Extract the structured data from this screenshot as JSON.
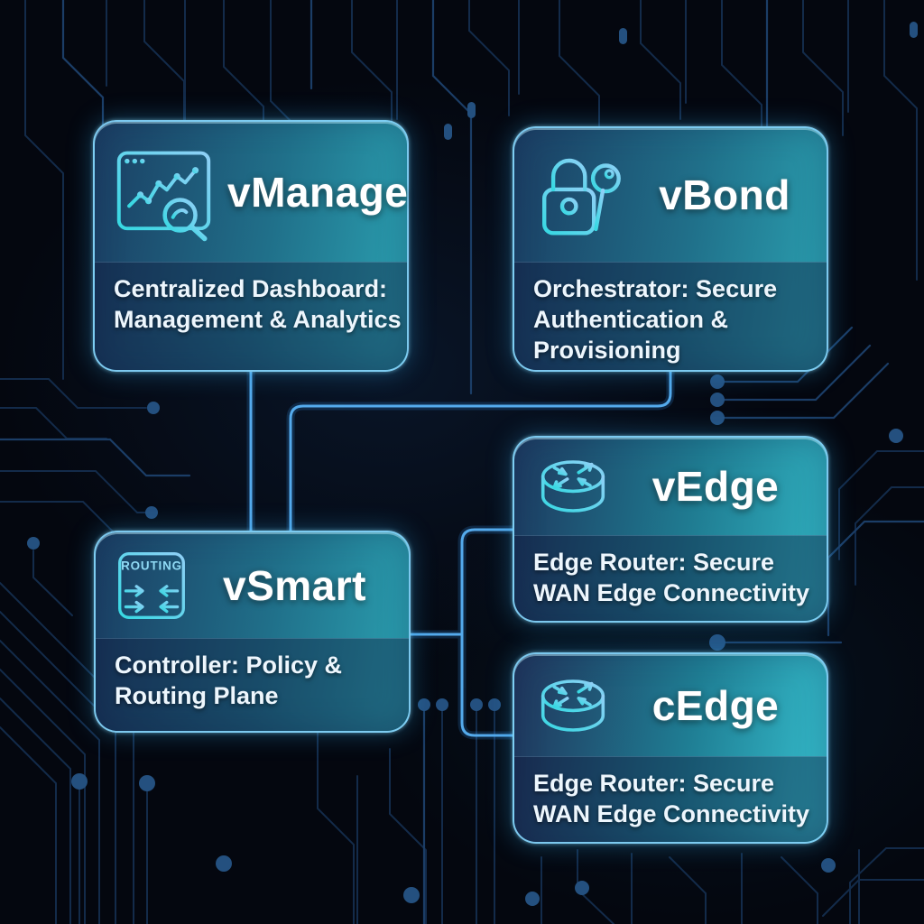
{
  "diagram": {
    "kind": "sd-wan-architecture-diagram"
  },
  "nodes": [
    {
      "id": "vmanage",
      "title": "vManage",
      "icon": "dashboard-analytics-icon",
      "lines": [
        "Centralized Dashboard:",
        "Management & Analytics"
      ]
    },
    {
      "id": "vbond",
      "title": "vBond",
      "icon": "lock-key-icon",
      "lines": [
        "Orchestrator: Secure",
        "Authentication &",
        "Provisioning"
      ]
    },
    {
      "id": "vedge",
      "title": "vEdge",
      "icon": "router-icon",
      "lines": [
        "Edge Router: Secure",
        "WAN Edge Connectivity"
      ]
    },
    {
      "id": "vsmart",
      "title": "vSmart",
      "icon": "routing-table-icon",
      "icon_label": "ROUTING",
      "lines": [
        "Controller: Policy &",
        "Routing Plane"
      ]
    },
    {
      "id": "cedge",
      "title": "cEdge",
      "icon": "router-icon",
      "lines": [
        "Edge Router: Secure",
        "WAN Edge Connectivity"
      ]
    }
  ],
  "edges": [
    {
      "from": "vManage",
      "to": "vSmart"
    },
    {
      "from": "vBond",
      "to": "vSmart"
    },
    {
      "from": "vSmart",
      "to": "vEdge"
    },
    {
      "from": "vSmart",
      "to": "cEdge"
    }
  ],
  "colors": {
    "background": "#04070f",
    "circuit_trace_dim": "#132b4a",
    "circuit_trace_mid": "#1b3d66",
    "circuit_trace_bright": "#27639f",
    "circuit_node_dot": "#24507f",
    "connector_blue": "#54aaec",
    "card_border": "#82d0f6",
    "card_gradient_dark": "#1b3e63",
    "card_gradient_teal": "#2ba2b2",
    "icon_stroke_cyan": "#36d8e2",
    "icon_stroke_blue": "#8fd0f6",
    "title_color": "#ffffff",
    "description_color": "#edf6fd"
  }
}
